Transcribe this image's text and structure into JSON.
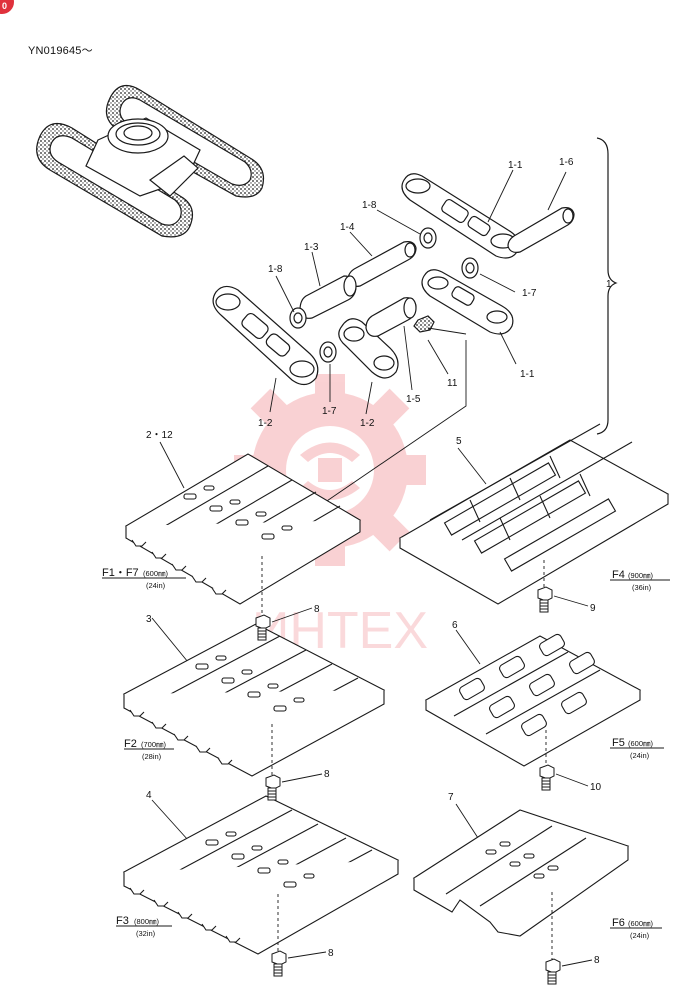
{
  "header": {
    "serial": "YN019645～",
    "badge": "0"
  },
  "watermark": {
    "text": "ИНТЕХ",
    "color": "#e8343c"
  },
  "colors": {
    "line": "#1a1a1a",
    "paper": "#ffffff",
    "accent": "#e0313c"
  },
  "callouts": {
    "c1_1a": "1-1",
    "c1_6": "1-6",
    "c1_8a": "1-8",
    "c1_4": "1-4",
    "c1_3": "1-3",
    "c1_8b": "1-8",
    "c1_7a": "1-7",
    "c1": "1",
    "c1_2a": "1-2",
    "c1_7b": "1-7",
    "c1_2b": "1-2",
    "c1_5": "1-5",
    "c11": "11",
    "c1_1b": "1-1",
    "c2_12": "2・12",
    "c5": "5",
    "c3": "3",
    "c6": "6",
    "c4": "4",
    "c7": "7",
    "c8a": "8",
    "c8b": "8",
    "c8c": "8",
    "c8d": "8",
    "c9": "9",
    "c10": "10"
  },
  "shoes": {
    "f1": {
      "name": "F1・F7",
      "metric": "(600㎜)",
      "imperial": "(24in)"
    },
    "f2": {
      "name": "F2",
      "metric": "(700㎜)",
      "imperial": "(28in)"
    },
    "f3": {
      "name": "F3",
      "metric": "(800㎜)",
      "imperial": "(32in)"
    },
    "f4": {
      "name": "F4",
      "metric": "(900㎜)",
      "imperial": "(36in)"
    },
    "f5": {
      "name": "F5",
      "metric": "(600㎜)",
      "imperial": "(24in)"
    },
    "f6": {
      "name": "F6",
      "metric": "(600㎜)",
      "imperial": "(24in)"
    }
  }
}
